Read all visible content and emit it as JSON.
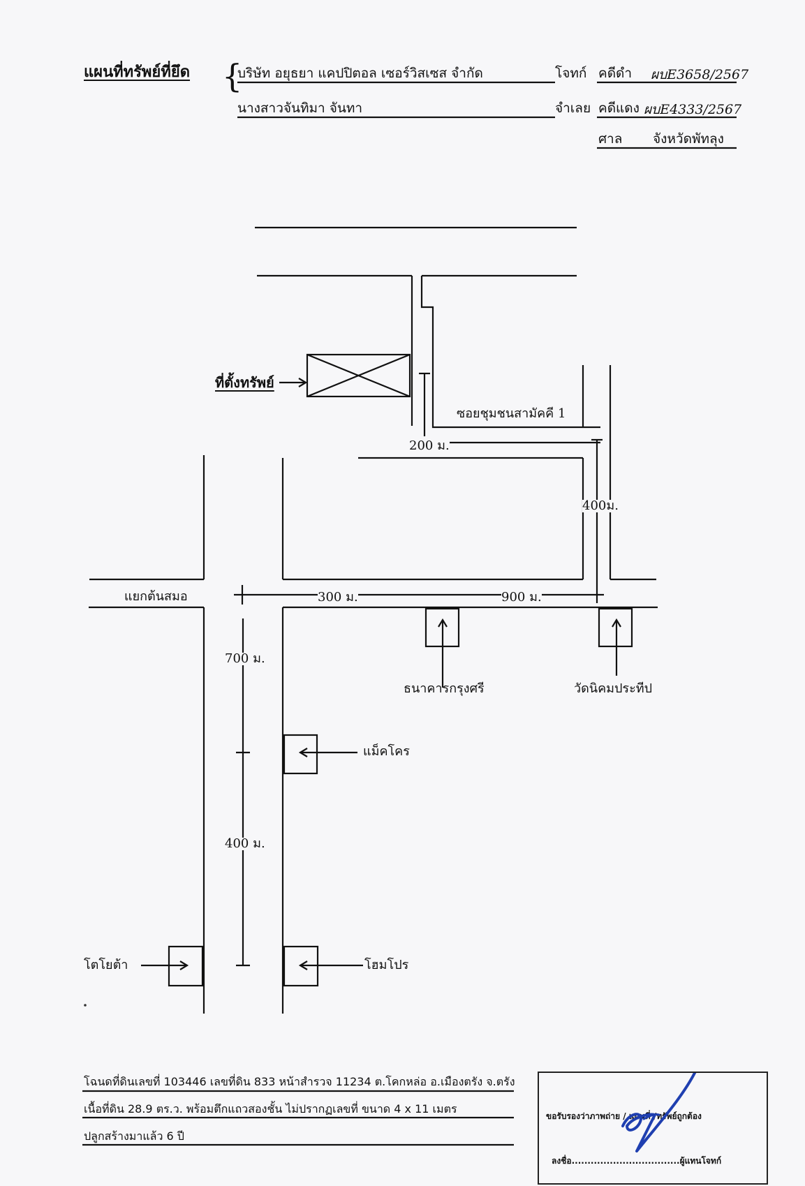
{
  "header": {
    "title": "แผนที่ทรัพย์ที่ยึด",
    "plaintiff": "บริษัท อยุธยา แคปปิตอล เซอร์วิสเซส จำกัด",
    "plaintiff_role": "โจทก์",
    "defendant": "นางสาวจันทิมา  จันทา",
    "defendant_role": "จำเลย",
    "black_case_label": "คดีดำ",
    "black_case_no": "ผบE3658/2567",
    "red_case_label": "คดีแดง",
    "red_case_no": "ผบE4333/2567",
    "court_label": "ศาล",
    "court_name": "จังหวัดพัทลุง"
  },
  "map": {
    "property_label": "ที่ตั้งทรัพย์",
    "soi_label": "ซอยชุมชนสามัคคี 1",
    "junction_label": "แยกต้นสมอ",
    "distances": {
      "d200": "200 ม.",
      "d400_top": "400ม.",
      "d300": "300 ม.",
      "d900": "900 ม.",
      "d700": "700 ม.",
      "d400_bottom": "400 ม."
    },
    "landmarks": {
      "bank": "ธนาคารกรุงศรี",
      "temple": "วัดนิคมประทีป",
      "makro": "แม็คโคร",
      "toyota": "โตโยต้า",
      "homepro": "โฮมโปร"
    }
  },
  "footer": {
    "line1": "โฉนดที่ดินเลขที่ 103446 เลขที่ดิน 833 หน้าสำรวจ 11234 ต.โคกหล่อ อ.เมืองตรัง จ.ตรัง",
    "line2": "เนื้อที่ดิน 28.9 ตร.ว. พร้อมตึกแถวสองชั้น ไม่ปรากฏเลขที่ ขนาด 4 x 11 เมตร",
    "line3": "ปลูกสร้างมาแล้ว 6 ปี"
  },
  "certification": {
    "statement": "ขอรับรองว่าภาพถ่าย / แผนที่ /ทรัพย์ถูกต้อง",
    "sign_prefix": "ลงชื่อ",
    "sign_line": "..................................",
    "sign_role": "ผู้แทนโจทก์"
  },
  "colors": {
    "ink": "#111111",
    "signature": "#1f3fb0"
  }
}
